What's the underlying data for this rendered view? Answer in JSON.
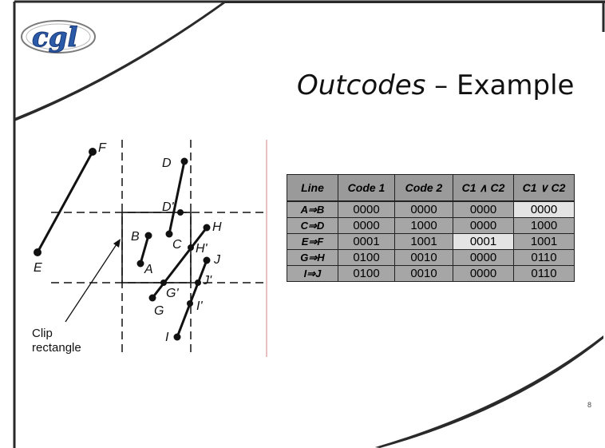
{
  "slide": {
    "title_italic": "Outcodes",
    "title_rest": " – Example",
    "page_number": "8",
    "logo_text": "cgl"
  },
  "figure": {
    "points": {
      "A": "A",
      "B": "B",
      "C": "C",
      "D": "D",
      "D_prime": "D'",
      "E": "E",
      "F": "F",
      "G": "G",
      "G_prime": "G'",
      "H": "H",
      "H_prime": "H'",
      "I": "I",
      "I_prime": "I'",
      "J": "J",
      "J_prime": "J'"
    },
    "clip_label_line1": "Clip",
    "clip_label_line2": "rectangle"
  },
  "table": {
    "headers": [
      "Line",
      "Code 1",
      "Code 2",
      "C1 ∧ C2",
      "C1 ∨ C2"
    ],
    "rows": [
      {
        "line": "A⇒B",
        "code1": "0000",
        "code2": "0000",
        "and": "0000",
        "or": "0000"
      },
      {
        "line": "C⇒D",
        "code1": "0000",
        "code2": "1000",
        "and": "0000",
        "or": "1000"
      },
      {
        "line": "E⇒F",
        "code1": "0001",
        "code2": "1001",
        "and": "0001",
        "or": "1001"
      },
      {
        "line": "G⇒H",
        "code1": "0100",
        "code2": "0010",
        "and": "0000",
        "or": "0110"
      },
      {
        "line": "I⇒J",
        "code1": "0100",
        "code2": "0010",
        "and": "0000",
        "or": "0110"
      }
    ]
  },
  "colors": {
    "frame": "#2a2a2a",
    "logo_blue": "#2b5aa8",
    "divider": "#d08080"
  }
}
